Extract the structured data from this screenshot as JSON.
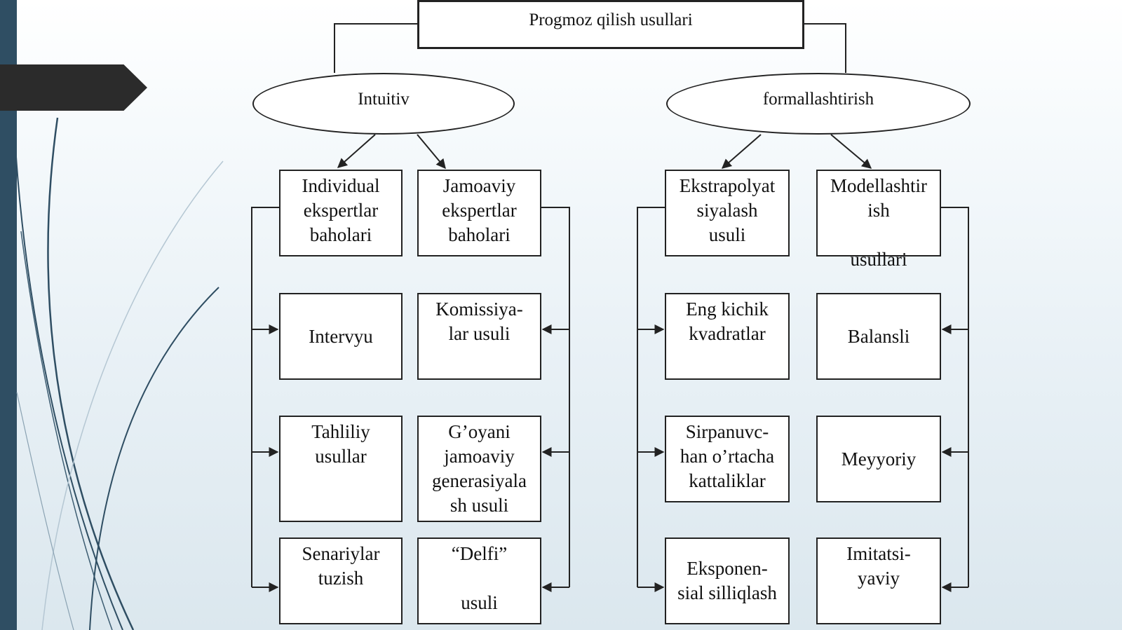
{
  "diagram": {
    "title": "Progmoz qilish usullari",
    "branches": [
      {
        "label": "Intuitiv",
        "columns": [
          [
            "Individual\nekspertlar\nbaholari",
            "Intervyu",
            "Tahliliy\nusullar",
            "Senariylar\ntuzish"
          ],
          [
            "Jamoaviy\nekspertlar\nbaholari",
            "Komissiya-\nlar usuli",
            "G’oyani\njamoaviy\ngenerasiyala\nsh usuli",
            "“Delfi”\n\nusuli"
          ]
        ]
      },
      {
        "label": "formallashtirish",
        "columns": [
          [
            "Ekstrapolyat\nsiyalash\nusuli",
            "Eng kichik\nkvadratlar",
            "Sirpanuvc-\nhan o’rtacha\nkattaliklar",
            "Eksponen-\nsial silliqlash"
          ],
          [
            "Modellashtir\nish\n\nusullari",
            "Balansli",
            "Meyyoriy",
            "Imitatsi-\nyaviy"
          ]
        ]
      }
    ]
  },
  "colors": {
    "sidebar": "#2f4e63",
    "tab": "#2b2b2b",
    "line": "#222222"
  }
}
